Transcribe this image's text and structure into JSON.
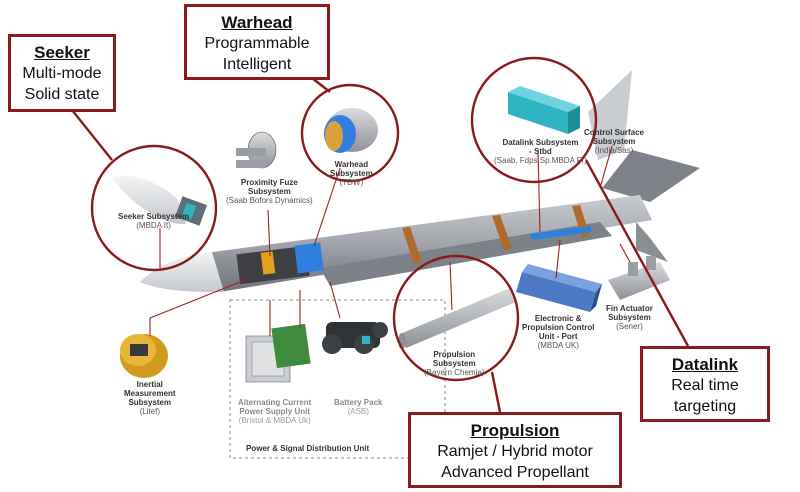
{
  "callouts": {
    "seeker": {
      "title": "Seeker",
      "lines": [
        "Multi-mode",
        "Solid state"
      ]
    },
    "warhead": {
      "title": "Warhead",
      "lines": [
        "Programmable",
        "Intelligent"
      ]
    },
    "datalink": {
      "title": "Datalink",
      "lines": [
        "Real time",
        "targeting"
      ]
    },
    "propulsion": {
      "title": "Propulsion",
      "lines": [
        "Ramjet / Hybrid motor",
        "Advanced Propellant"
      ]
    }
  },
  "components": {
    "seeker": {
      "name": "Seeker Subsystem",
      "supplier": "(MBDA It)"
    },
    "proximity_fuze": {
      "name": [
        "Proximity Fuze",
        "Subsystem"
      ],
      "supplier": "(Saab Bofors Dynamics)"
    },
    "warhead": {
      "name": [
        "Warhead",
        "Subsystem"
      ],
      "supplier": "(TDW)"
    },
    "datalink": {
      "name": [
        "Datalink Subsystem",
        "- Stbd"
      ],
      "supplier": "(Saab, Fdps Sp.MBDA Fr)"
    },
    "control_surface": {
      "name": [
        "Control Surface",
        "Subsystem"
      ],
      "supplier": "(India/Sas)"
    },
    "imu": {
      "name": [
        "Inertial",
        "Measurement",
        "Subsystem"
      ],
      "supplier": "(Litef)"
    },
    "ac_power": {
      "name": [
        "Alternating Current",
        "Power Supply Unit"
      ],
      "supplier": "(Bristol & MBDA Uk)"
    },
    "battery": {
      "name": "Battery Pack",
      "supplier": "(ASB)"
    },
    "psdu": {
      "name": "Power & Signal Distribution Unit"
    },
    "propulsion": {
      "name": [
        "Propulsion",
        "Subsystem"
      ],
      "supplier": "(Bayern Chemie)"
    },
    "electronic": {
      "name": [
        "Electronic &",
        "Propulsion Control",
        "Unit - Port"
      ],
      "supplier": "(MBDA UK)"
    },
    "fin_actuator": {
      "name": [
        "Fin Actuator",
        "Subsystem"
      ],
      "supplier": "(Sener)"
    }
  },
  "colors": {
    "callout_border": "#8b1a1a",
    "leader_line": "#a02020",
    "missile_body": "#8f949a",
    "missile_band": "#b06a2c",
    "nose_cone": "#e6e7e9",
    "accent_blue": "#2f7fe0",
    "accent_teal": "#2fb4c4",
    "accent_yellow": "#e0a21a"
  }
}
